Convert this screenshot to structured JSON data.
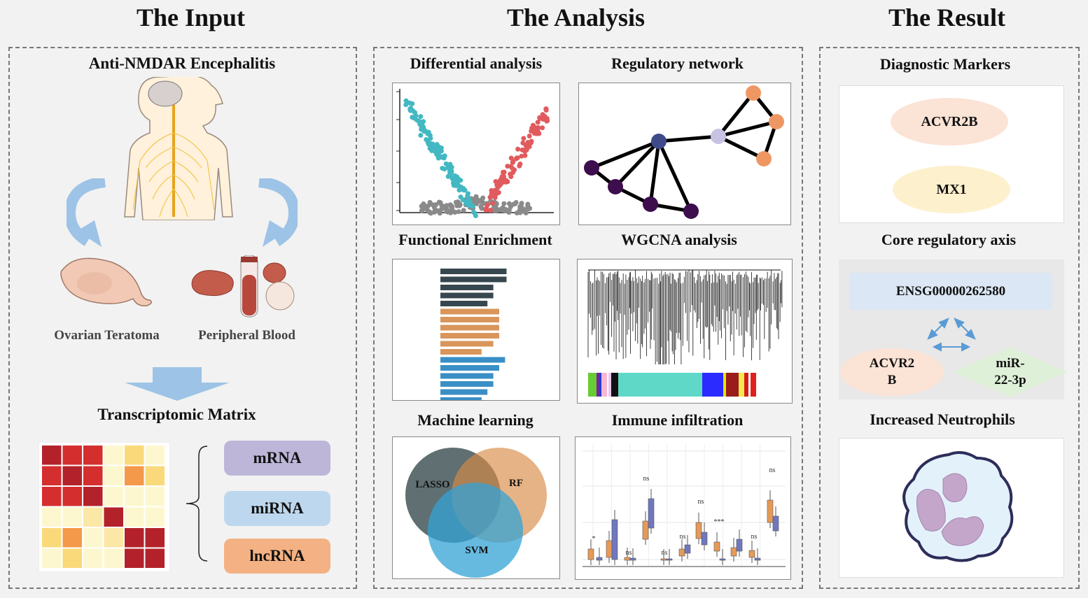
{
  "input": {
    "title": "The Input",
    "disease": "Anti-NMDAR Encephalitis",
    "sources": [
      "Ovarian Teratoma",
      "Peripheral Blood"
    ],
    "matrix_title": "Transcriptomic Matrix",
    "rna_types": [
      {
        "label": "mRNA",
        "color": "#bdb6d9"
      },
      {
        "label": "miRNA",
        "color": "#bdd7ee"
      },
      {
        "label": "lncRNA",
        "color": "#f4b183"
      }
    ]
  },
  "analysis": {
    "title": "The Analysis",
    "differential": "Differential analysis",
    "network": "Regulatory network",
    "enrichment": "Functional Enrichment",
    "wgcna": "WGCNA analysis",
    "ml": "Machine learning",
    "immune": "Immune infiltration",
    "venn": [
      "LASSO",
      "RF",
      "SVM"
    ],
    "sig_labels": [
      "*",
      "ns",
      "ns",
      "ns",
      "ns",
      "ns",
      "***",
      "ns",
      "ns"
    ],
    "bar_groups": [
      {
        "color": "#37474f",
        "values": [
          0.9,
          0.9,
          0.72,
          0.72,
          0.64
        ]
      },
      {
        "color": "#d9955a",
        "values": [
          0.8,
          0.8,
          0.8,
          0.8,
          0.72,
          0.56
        ]
      },
      {
        "color": "#3a8fc6",
        "values": [
          0.88,
          0.8,
          0.72,
          0.72,
          0.64,
          0.56
        ]
      }
    ]
  },
  "result": {
    "title": "The Result",
    "markers_title": "Diagnostic Markers",
    "markers": [
      "ACVR2B",
      "MX1"
    ],
    "axis_title": "Core regulatory axis",
    "axis": {
      "lnc": "ENSG00000262580",
      "gene": "ACVR2\nB",
      "mirna": "miR-\n22-3p"
    },
    "neutrophil_title": "Increased Neutrophils"
  },
  "colors": {
    "up": "#e05a5e",
    "down": "#43b8c2",
    "ns": "#8a8a8a"
  }
}
